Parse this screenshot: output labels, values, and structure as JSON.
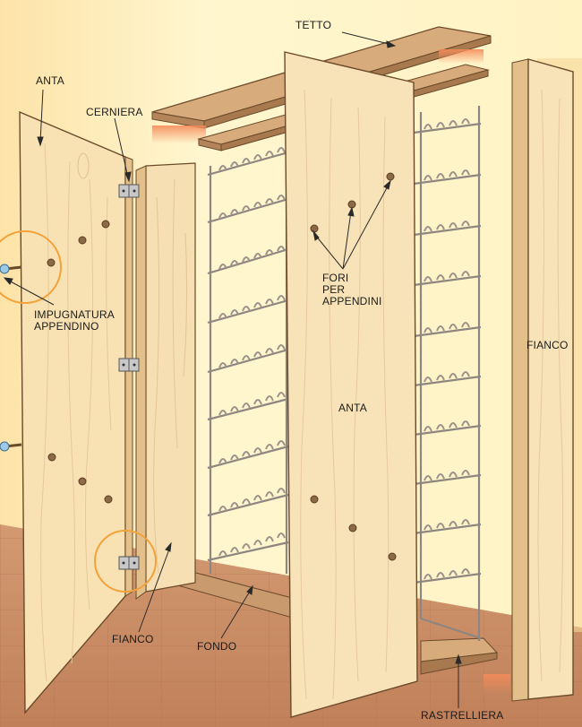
{
  "labels": {
    "tetto": "TETTO",
    "anta_left": "ANTA",
    "cerniera": "CERNIERA",
    "impugnatura": "IMPUGNATURA\nAPPENDINO",
    "fori": "FORI\nPER\nAPPENDINI",
    "anta_center": "ANTA",
    "fianco_right": "FIANCO",
    "fianco_bottom": "FIANCO",
    "fondo": "FONDO",
    "rastrelliera": "RASTRELLIERA"
  },
  "colors": {
    "wall": "#fff4c6",
    "floor": "#c98a64",
    "wood": "#f8e3b8",
    "wood_edge": "#e2c08a",
    "shelf": "#c79a6e",
    "rack": "#b9b3ac",
    "highlight": "#f3a23a"
  }
}
